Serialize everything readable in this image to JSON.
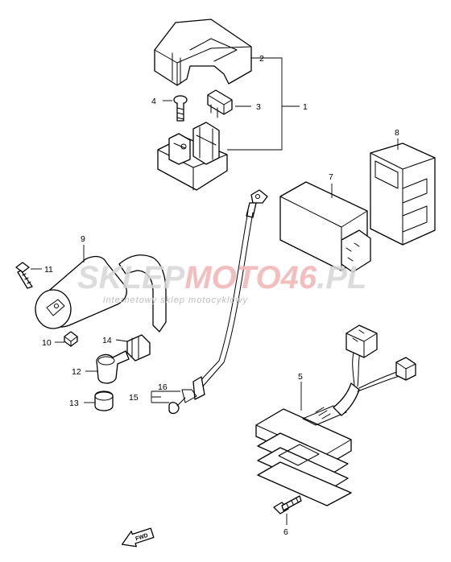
{
  "callouts": {
    "n1": "1",
    "n2": "2",
    "n3": "3",
    "n4": "4",
    "n5": "5",
    "n6": "6",
    "n7": "7",
    "n8": "8",
    "n9": "9",
    "n10": "10",
    "n11": "11",
    "n12": "12",
    "n13": "13",
    "n14": "14",
    "n15": "15",
    "n16": "16"
  },
  "watermark": {
    "brand_main": "SKLEP",
    "brand_accent": "MOTO46",
    "brand_suffix": ".PL",
    "tagline": "internetowy sklep motocyklowy"
  },
  "direction_arrow": {
    "label": "FWD"
  },
  "colors": {
    "line": "#000000",
    "watermark_gray": "#d6d6d6",
    "watermark_red": "#f2b8b8"
  }
}
